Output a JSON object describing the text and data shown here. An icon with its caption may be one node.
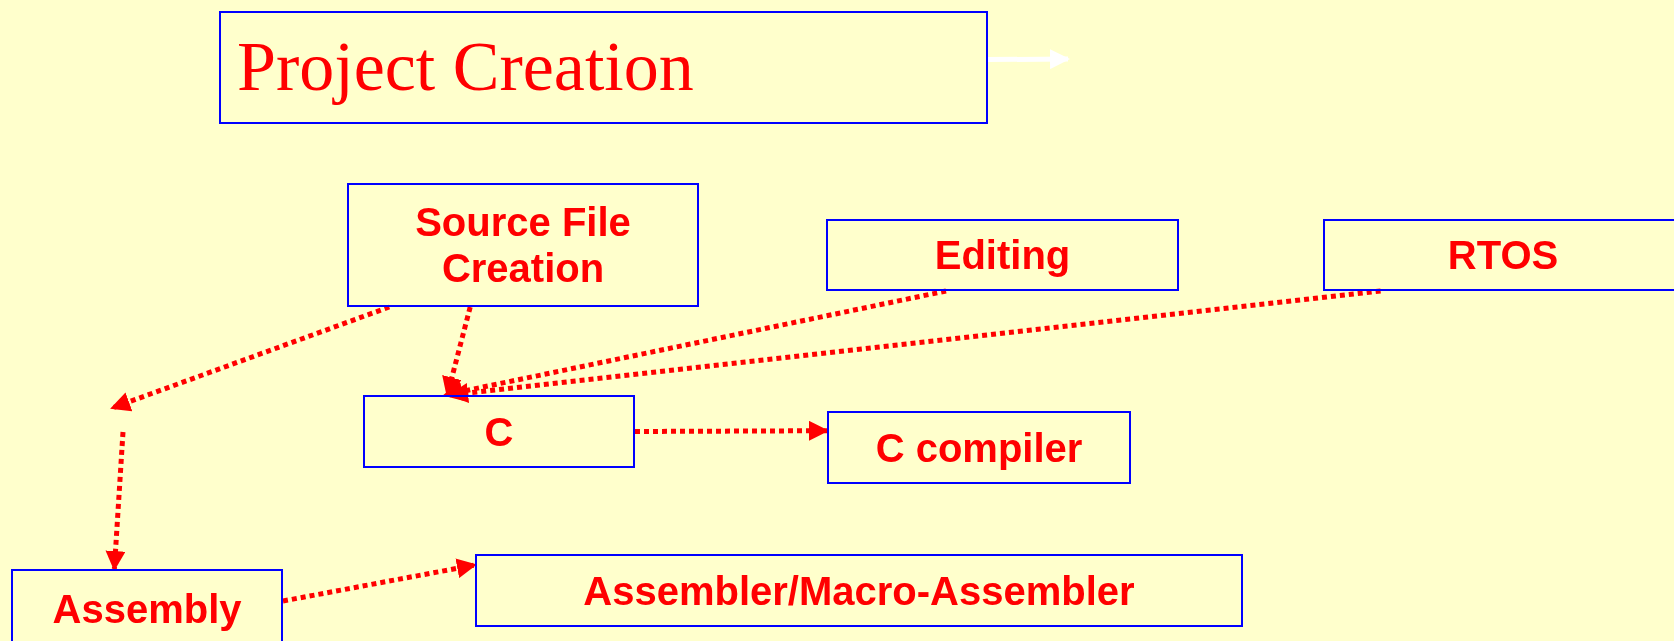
{
  "diagram": {
    "nodes": [
      {
        "text": [
          "Project Creation"
        ]
      },
      {
        "text": [
          "Source File Creation"
        ]
      },
      {
        "text": [
          "Editing"
        ]
      },
      {
        "text": [
          "RTOS"
        ]
      },
      {
        "text": [
          "C"
        ]
      },
      {
        "text": [
          "C compiler"
        ]
      },
      {
        "text": [
          "Assembly"
        ]
      },
      {
        "text": [
          "Assembler/Macro-Assembler"
        ]
      }
    ],
    "edges": [
      {
        "from": 0,
        "to": null,
        "arrow": "to",
        "color": "#ffffff"
      },
      {
        "from": 1,
        "to": null,
        "arrow": "to",
        "style": "dashed"
      },
      {
        "from": null,
        "to": 6,
        "arrow": "to",
        "style": "dashed"
      },
      {
        "from": 1,
        "to": 4,
        "arrow": "to",
        "style": "dashed"
      },
      {
        "from": 2,
        "to": 4,
        "arrow": "to",
        "style": "dashed"
      },
      {
        "from": 3,
        "to": 4,
        "arrow": "to",
        "style": "dashed"
      },
      {
        "from": 4,
        "to": 5,
        "arrow": "to",
        "style": "dashed"
      },
      {
        "from": 6,
        "to": 7,
        "arrow": "to",
        "style": "dashed"
      }
    ]
  }
}
